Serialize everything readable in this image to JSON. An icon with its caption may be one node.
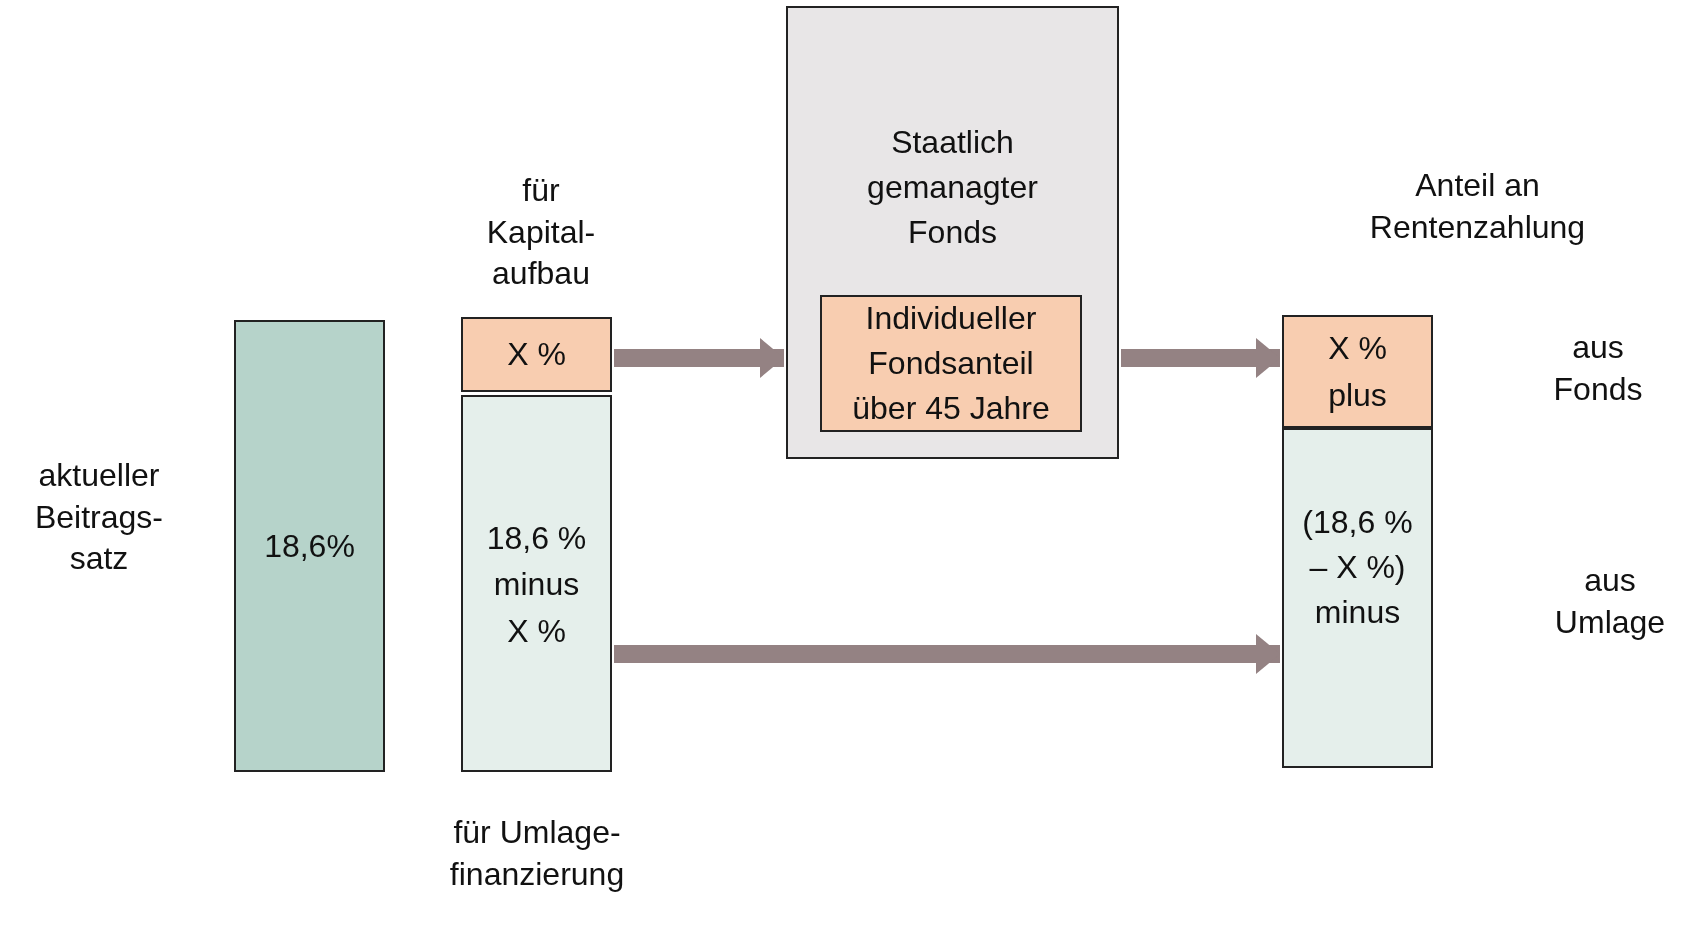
{
  "diagram": {
    "nodes": [
      {
        "text": [
          "18,6%"
        ],
        "beside": [
          "aktueller Beitrags- satz"
        ]
      },
      {
        "text": [
          "X %"
        ],
        "beside": [
          "für Kapital- aufbau"
        ]
      },
      {
        "text": [
          "18,6 % minus X %"
        ],
        "beside": [
          "für Umlage- finanzierung"
        ]
      },
      {
        "text": [
          "Staatlich gemanagter Fonds"
        ]
      },
      {
        "text": [
          "Individueller Fondsanteil über 45 Jahre"
        ],
        "in": 3
      },
      {
        "text": [
          "X % plus"
        ],
        "beside": [
          "Anteil an Rentenzahlung",
          "aus Fonds"
        ]
      },
      {
        "text": [
          "(18,6 % – X %) minus"
        ],
        "beside": [
          "aus Umlage"
        ]
      }
    ],
    "edges": [
      {
        "from": 1,
        "to": 3,
        "arrow": "to"
      },
      {
        "from": 3,
        "to": 5,
        "arrow": "to"
      },
      {
        "from": 2,
        "to": 6,
        "arrow": "to"
      }
    ]
  }
}
